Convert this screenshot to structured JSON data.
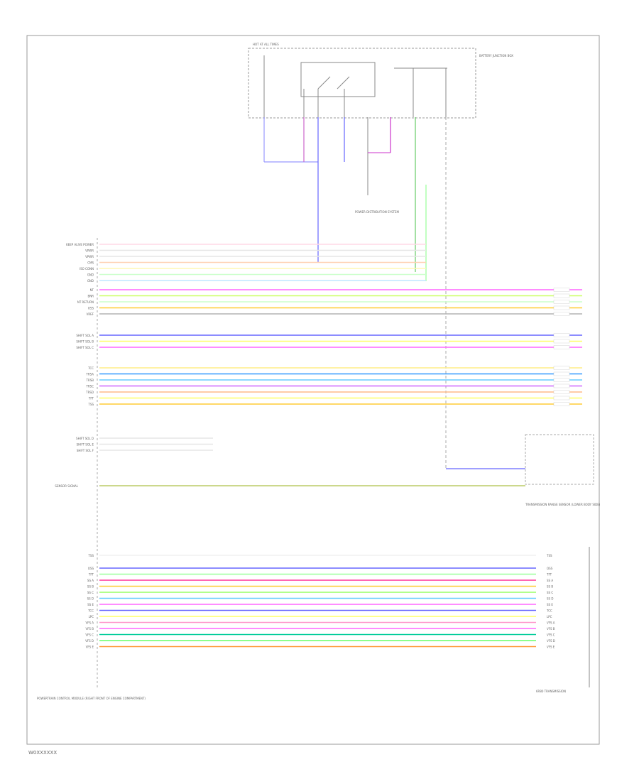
{
  "diagram": {
    "footer_label": "W0XXXXXX",
    "top_box_label": "HOT AT ALL TIMES",
    "right_box_label": "BATTERY JUNCTION BOX",
    "power_dist_label": "POWER DISTRIBUTION SYSTEM",
    "left_module_label": "POWERTRAIN CONTROL MODULE (RIGHT FRONT OF ENGINE COMPARTMENT)",
    "right_module_label": "6R80 TRANSMISSION",
    "sensor_label": "TRANSMISSION RANGE SENSOR (LOWER BODY SIDE)",
    "pcm_group1": [
      {
        "name": "KEEP ALIVE POWER",
        "color": "#ffd9e6"
      },
      {
        "name": "VPWR",
        "color": "#e6e6e6"
      },
      {
        "name": "VPWR",
        "color": "#e6e6e6"
      },
      {
        "name": "CMS",
        "color": "#ffd1b3"
      },
      {
        "name": "ISO CONN",
        "color": "#fff7b3"
      },
      {
        "name": "GND",
        "color": "#ccffcc"
      },
      {
        "name": "GND",
        "color": "#bfe6ff"
      }
    ],
    "pcm_group2": [
      {
        "name": "NT",
        "color": "#ff66ff"
      },
      {
        "name": "BNR",
        "color": "#ccff66"
      },
      {
        "name": "NT RETURN",
        "color": "#ccffcc"
      },
      {
        "name": "OSS",
        "color": "#ffcc33"
      },
      {
        "name": "VREF",
        "color": "#b3b3b3"
      }
    ],
    "pcm_group3": [
      {
        "name": "SHIFT SOL A",
        "color": "#6666ff"
      },
      {
        "name": "SHIFT SOL B",
        "color": "#ffff66"
      },
      {
        "name": "SHIFT SOL C",
        "color": "#ff66ff"
      }
    ],
    "pcm_group4": [
      {
        "name": "TCC",
        "color": "#ffee88"
      },
      {
        "name": "TRSA",
        "color": "#3399ff"
      },
      {
        "name": "TRSB",
        "color": "#66ccff"
      },
      {
        "name": "TRSC",
        "color": "#cc66ff"
      },
      {
        "name": "TRSD",
        "color": "#ffbb88"
      },
      {
        "name": "TFT",
        "color": "#ffff66"
      },
      {
        "name": "TSS",
        "color": "#ffcc33"
      }
    ],
    "pcm_group5": [
      {
        "name": "SHIFT SOL D",
        "color": "#e6e6e6"
      },
      {
        "name": "SHIFT SOL E",
        "color": "#e6e6e6"
      },
      {
        "name": "SHIFT SOL F",
        "color": "#e6e6e6"
      }
    ],
    "sensor_signal": "SENSOR SIGNAL",
    "trans_wires": [
      {
        "label": "TSS",
        "color": "#f0f0f0"
      },
      {
        "label": "OSS",
        "color": "#6666ff"
      },
      {
        "label": "TFT",
        "color": "#99ff99"
      },
      {
        "label": "SS A",
        "color": "#ff3399"
      },
      {
        "label": "SS B",
        "color": "#ffcc33"
      },
      {
        "label": "SS C",
        "color": "#99ff66"
      },
      {
        "label": "SS D",
        "color": "#66ccff"
      },
      {
        "label": "SS E",
        "color": "#ff66ff"
      },
      {
        "label": "TCC",
        "color": "#6666ff"
      },
      {
        "label": "LPC",
        "color": "#ffff66"
      },
      {
        "label": "VFS A",
        "color": "#ff99cc"
      },
      {
        "label": "VFS B",
        "color": "#ff66ff"
      },
      {
        "label": "VFS C",
        "color": "#00cc99"
      },
      {
        "label": "VFS D",
        "color": "#66ff66"
      },
      {
        "label": "VFS E",
        "color": "#ff9933"
      }
    ]
  }
}
